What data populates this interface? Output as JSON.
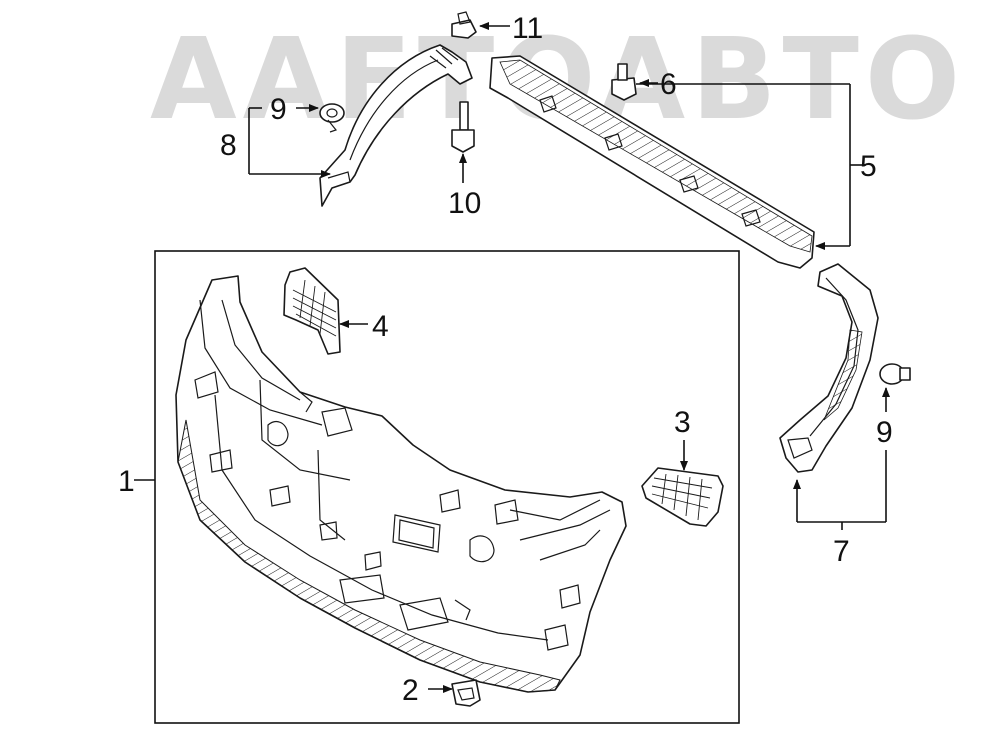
{
  "watermark": "AAETOABTO",
  "callouts": {
    "c1": "1",
    "c2": "2",
    "c3": "3",
    "c4": "4",
    "c5": "5",
    "c6": "6",
    "c7": "7",
    "c8": "8",
    "c9a": "9",
    "c9b": "9",
    "c10": "10",
    "c11": "11"
  }
}
